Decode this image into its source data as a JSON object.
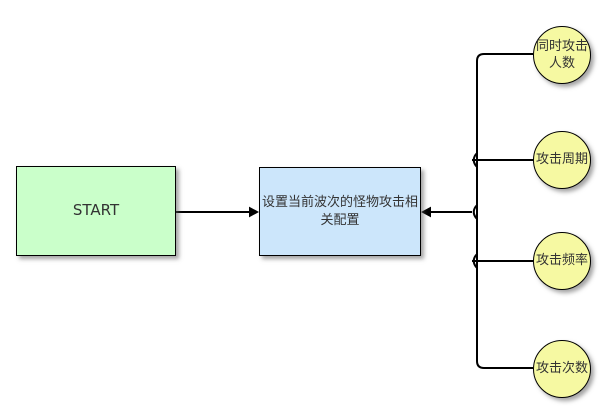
{
  "diagram": {
    "type": "flowchart",
    "background": "#ffffff",
    "connector_color": "#000000",
    "nodes": {
      "start": {
        "label": "START",
        "shape": "rectangle",
        "fill": "#caffca",
        "border": "#000000",
        "text_color": "#333333"
      },
      "config": {
        "label": "设置当前波次的怪物攻击相关配置",
        "shape": "rectangle",
        "fill": "#cce6fb",
        "border": "#000000",
        "text_color": "#333333"
      },
      "attack_params": [
        {
          "label": "同时攻击人数",
          "shape": "circle",
          "fill": "#f6f9a2",
          "border": "#000000",
          "text_color": "#333333"
        },
        {
          "label": "攻击周期",
          "shape": "circle",
          "fill": "#f6f9a2",
          "border": "#000000",
          "text_color": "#333333"
        },
        {
          "label": "攻击频率",
          "shape": "circle",
          "fill": "#f6f9a2",
          "border": "#000000",
          "text_color": "#333333"
        },
        {
          "label": "攻击次数",
          "shape": "circle",
          "fill": "#f6f9a2",
          "border": "#000000",
          "text_color": "#333333"
        }
      ]
    },
    "edges": [
      {
        "from": "start",
        "to": "config",
        "style": "arrow"
      },
      {
        "from": "attack_params",
        "to": "config",
        "style": "arrow"
      }
    ]
  }
}
